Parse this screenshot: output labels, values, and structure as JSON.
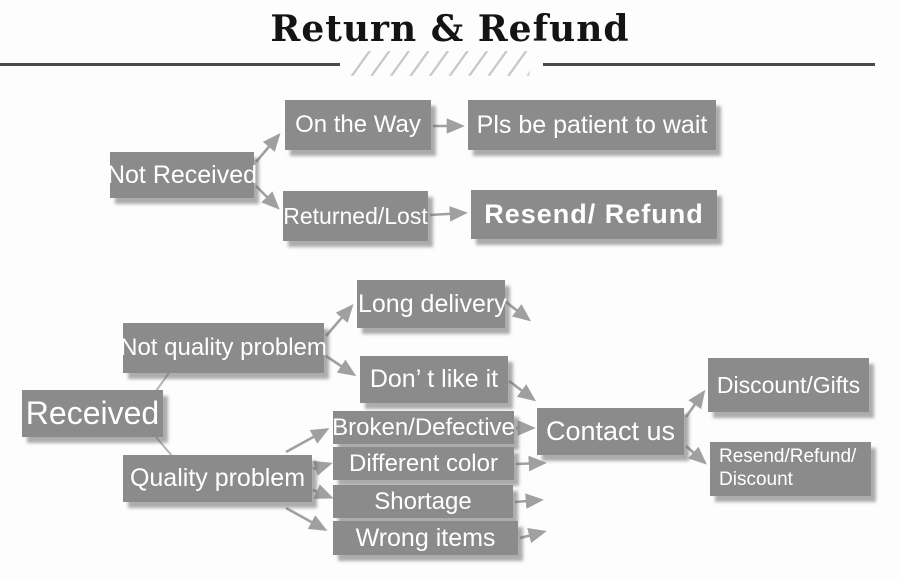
{
  "title": "Return & Refund",
  "decoration": {
    "hatch": "//////////////"
  },
  "nodes": {
    "not_received": {
      "label": "Not Received"
    },
    "on_the_way": {
      "label": "On the Way"
    },
    "pls_wait": {
      "label": "Pls be patient to wait"
    },
    "returned_lost": {
      "label": "Returned/Lost"
    },
    "resend_refund": {
      "label": "Resend/ Refund"
    },
    "received": {
      "label": "Received"
    },
    "not_quality_problem": {
      "label": "Not quality problem"
    },
    "long_delivery": {
      "label": "Long delivery"
    },
    "dont_like_it": {
      "label": "Don’ t like it"
    },
    "quality_problem": {
      "label": "Quality problem"
    },
    "broken_defective": {
      "label": "Broken/Defective"
    },
    "different_color": {
      "label": "Different color"
    },
    "shortage": {
      "label": "Shortage"
    },
    "wrong_items": {
      "label": "Wrong items"
    },
    "contact_us": {
      "label": "Contact us"
    },
    "discount_gifts": {
      "label": "Discount/Gifts"
    },
    "resend_refund_discount": {
      "label_line1": "Resend/Refund/",
      "label_line2": "Discount"
    }
  },
  "colors": {
    "background": "#fdfdfd",
    "box": "#8b8b8b",
    "box_text": "#ffffff",
    "arrow": "#a0a0a0",
    "connector": "#b5b5b5",
    "rule": "#4a4a4a",
    "hatch": "#c8c8c8",
    "title_text": "#141414"
  }
}
